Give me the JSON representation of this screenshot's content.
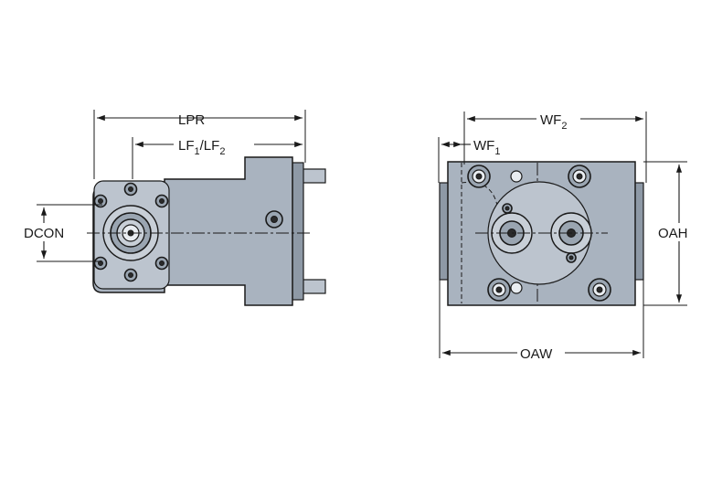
{
  "labels": {
    "lpr": "LPR",
    "lf_main_1": "LF",
    "lf_sub_1": "1",
    "lf_sep": "/LF",
    "lf_sub_2": "2",
    "dcon": "DCON",
    "wf2_main": "WF",
    "wf2_sub": "2",
    "wf1_main": "WF",
    "wf1_sub": "1",
    "oah": "OAH",
    "oaw": "OAW"
  },
  "colors": {
    "body": "#a9b3bf",
    "outline": "#1a1a1a"
  }
}
